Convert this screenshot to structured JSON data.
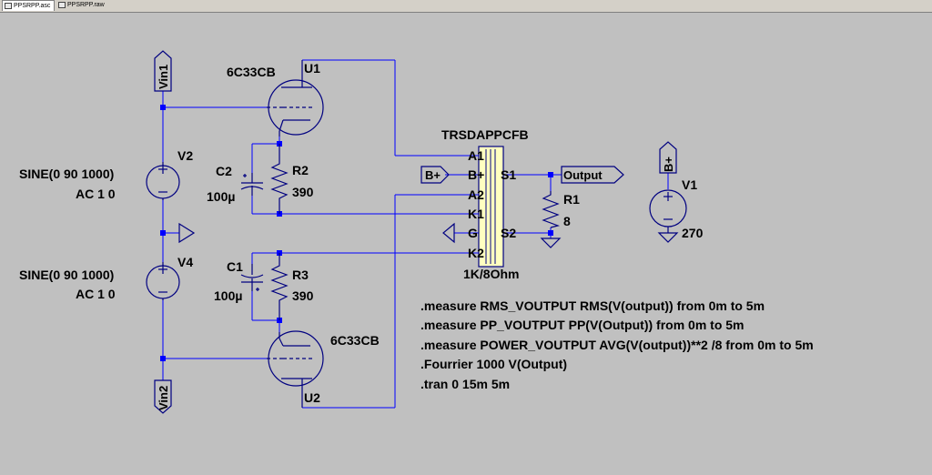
{
  "tabs": [
    {
      "label": "PPSRPP.asc",
      "icon": "schematic-icon"
    },
    {
      "label": "PPSRPP.raw",
      "icon": "waveform-icon"
    }
  ],
  "colors": {
    "wire": "#0000ff",
    "component": "#000080",
    "text": "#000000",
    "background": "#c0c0c0",
    "transformer": "#ffffc0"
  },
  "labels": {
    "vin1": "Vin1",
    "vin2": "Vin2",
    "bplus_flag": "B+",
    "bplus_v1": "B+",
    "output": "Output",
    "u1_model": "6C33CB",
    "u1": "U1",
    "u2_model": "6C33CB",
    "u2": "U2",
    "v2": "V2",
    "v2_sine": "SINE(0 90 1000)",
    "v2_ac": "AC 1 0",
    "v4": "V4",
    "v4_sine": "SINE(0 90 1000)",
    "v4_ac": "AC 1 0",
    "c2": "C2",
    "c2_val": "100µ",
    "r2": "R2",
    "r2_val": "390",
    "c1": "C1",
    "c1_val": "100µ",
    "r3": "R3",
    "r3_val": "390",
    "r1": "R1",
    "r1_val": "8",
    "v1": "V1",
    "v1_val": "270",
    "xfmr_name": "TRSDAPPCFB",
    "xfmr_val": "1K/8Ohm",
    "pin_a1": "A1",
    "pin_bplus": "B+",
    "pin_a2": "A2",
    "pin_k1": "K1",
    "pin_g": "G",
    "pin_k2": "K2",
    "pin_s1": "S1",
    "pin_s2": "S2"
  },
  "directives": [
    ".measure RMS_VOUTPUT RMS(V(output)) from 0m to 5m",
    ".measure PP_VOUTPUT PP(V(Output)) from 0m to 5m",
    ".measure POWER_VOUTPUT AVG(V(output))**2 /8 from 0m to 5m",
    ".Fourrier 1000 V(Output)",
    ".tran 0 15m 5m"
  ]
}
